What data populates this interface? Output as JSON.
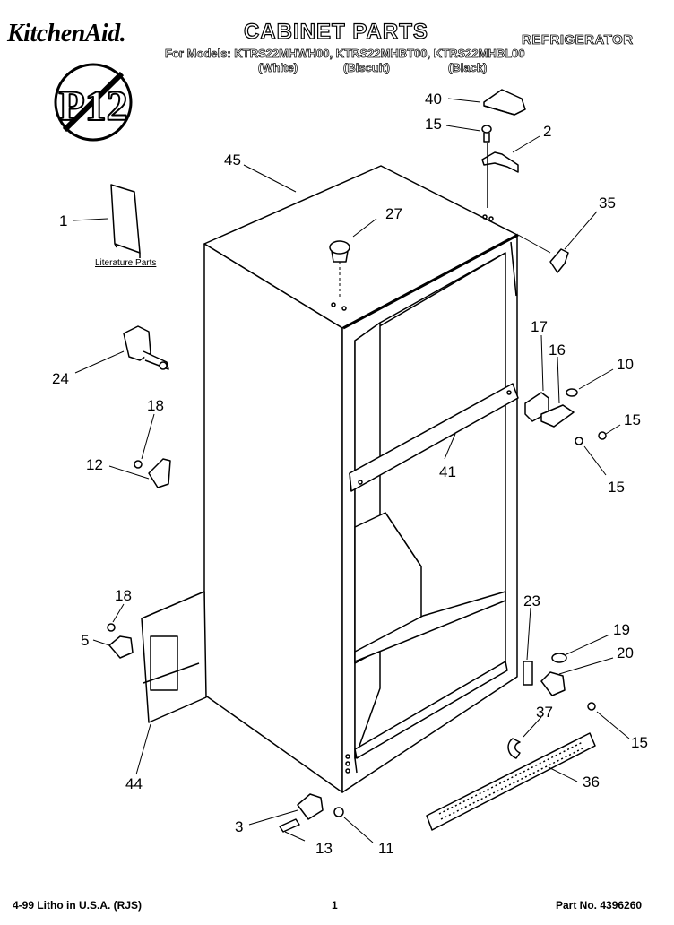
{
  "header": {
    "brand": "KitchenAid.",
    "title": "CABINET PARTS",
    "category": "REFRIGERATOR",
    "models_line": "For Models: KTRS22MHWH00, KTRS22MHBT00, KTRS22MHBL00",
    "color_white": "(White)",
    "color_biscuit": "(Biscuit)",
    "color_black": "(Black)",
    "badge": "P12"
  },
  "literature_label": "Literature Parts",
  "callouts": {
    "c40": "40",
    "c15a": "15",
    "c2": "2",
    "c45": "45",
    "c27": "27",
    "c35": "35",
    "c1": "1",
    "c24": "24",
    "c17": "17",
    "c16": "16",
    "c10": "10",
    "c15b": "15",
    "c15c": "15",
    "c41": "41",
    "c18a": "18",
    "c12": "12",
    "c23": "23",
    "c19": "19",
    "c20": "20",
    "c18b": "18",
    "c5": "5",
    "c15d": "15",
    "c37": "37",
    "c44": "44",
    "c36": "36",
    "c3": "3",
    "c13": "13",
    "c11": "11"
  },
  "footer": {
    "left": "4-99 Litho in U.S.A. (RJS)",
    "page": "1",
    "part": "Part No. 4396260"
  }
}
